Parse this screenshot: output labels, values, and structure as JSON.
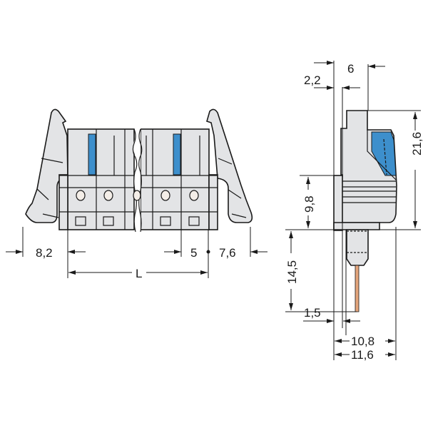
{
  "front_view": {
    "dimensions": {
      "left_latch": "8,2",
      "pitch": "5",
      "right_latch": "7,6",
      "length": "L"
    }
  },
  "side_view": {
    "dimensions": {
      "top_width": "6",
      "offset": "2,2",
      "height": "21,6",
      "base_height": "9,8",
      "pin_length": "14,5",
      "pin_offset": "1,5",
      "depth": "10,8",
      "total_depth": "11,6"
    }
  },
  "colors": {
    "housing": "#e3e4e6",
    "release_button": "#3d8fcc",
    "pin": "#e4a57c"
  }
}
